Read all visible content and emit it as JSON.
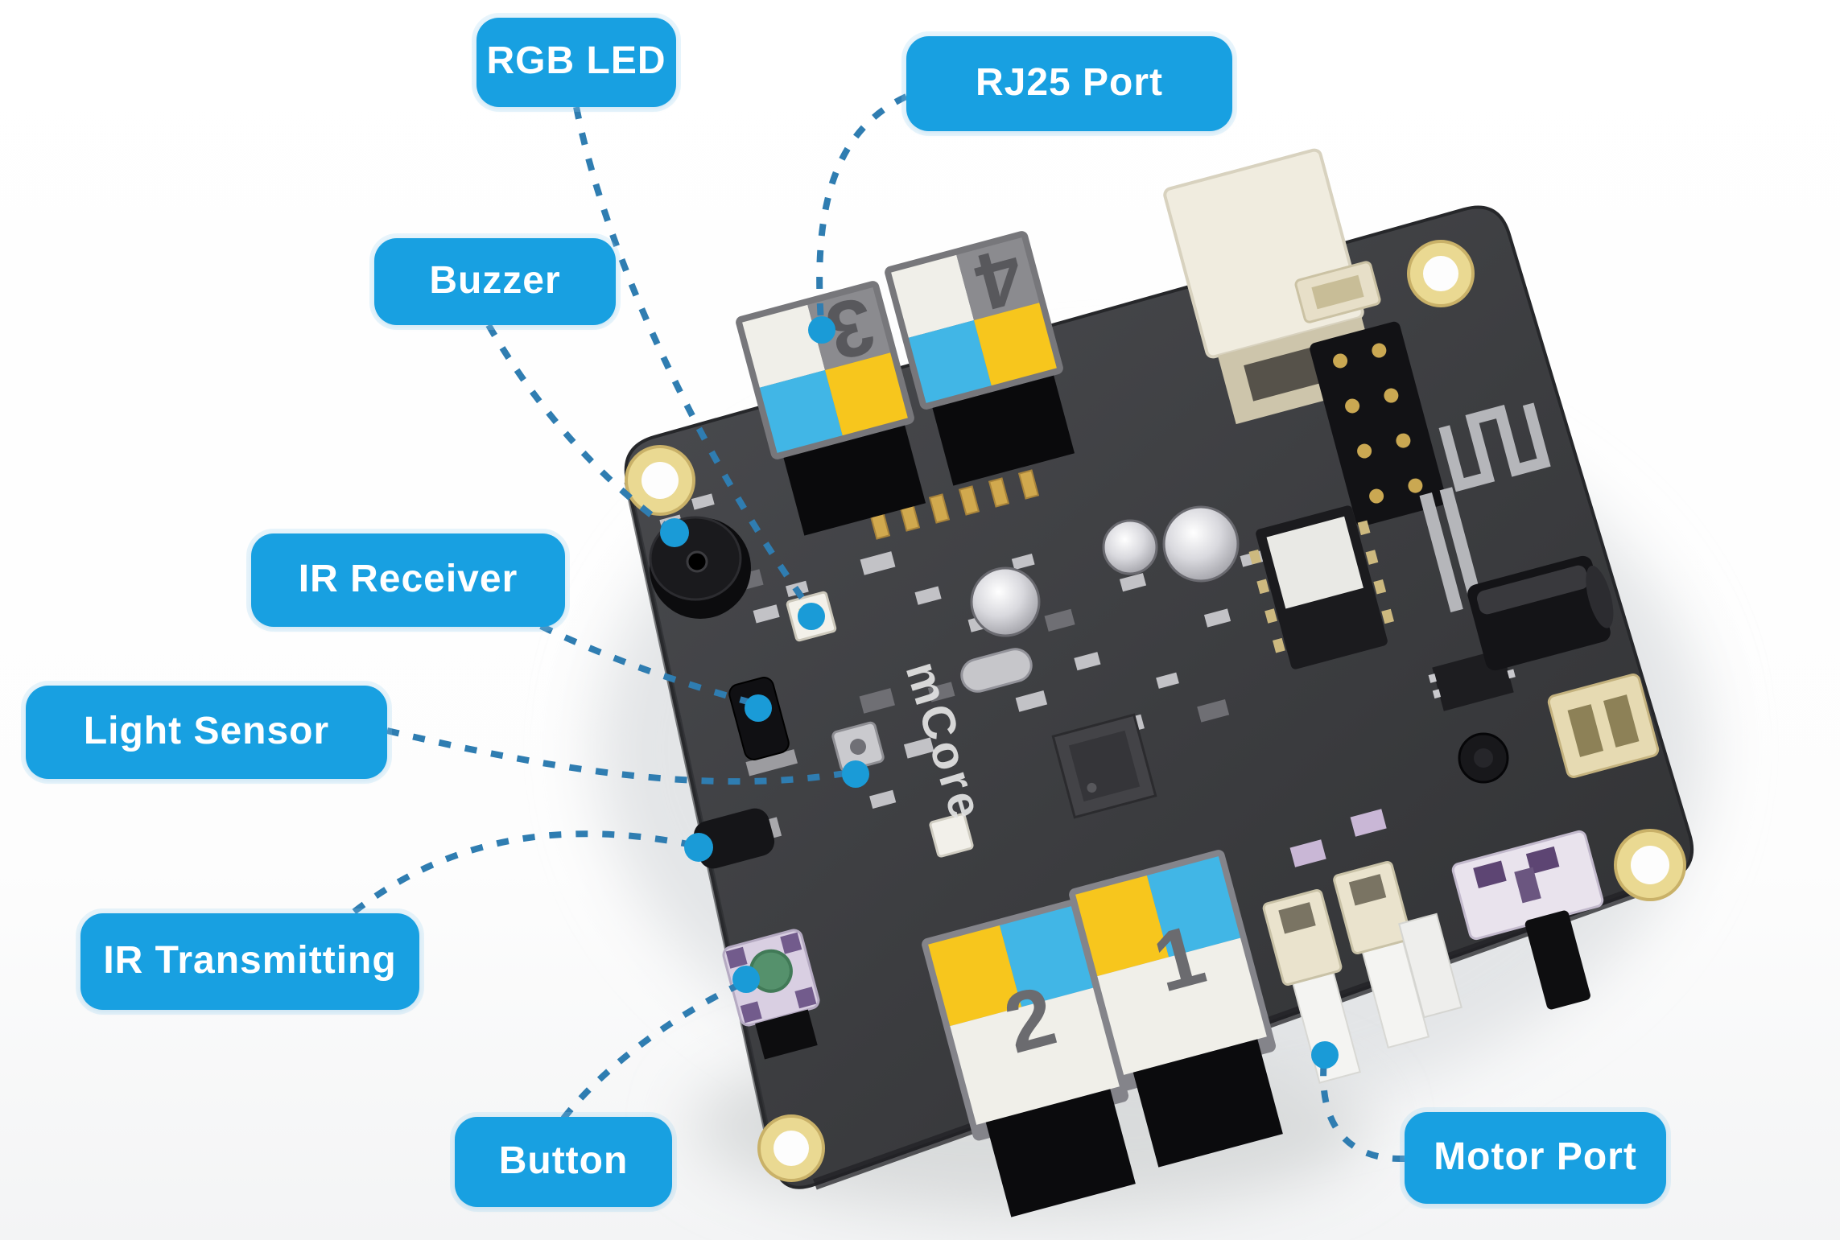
{
  "figure": {
    "type": "annotated-hardware-diagram",
    "subject": "mCore control board with labeled components",
    "background": "#ffffff"
  },
  "labels": [
    {
      "id": "rgb-led",
      "text": "RGB LED",
      "points_to": "rgb-led-component"
    },
    {
      "id": "rj25-port",
      "text": "RJ25 Port",
      "points_to": "rj25-port-3"
    },
    {
      "id": "buzzer",
      "text": "Buzzer",
      "points_to": "buzzer-component"
    },
    {
      "id": "ir-receiver",
      "text": "IR Receiver",
      "points_to": "ir-receiver-component"
    },
    {
      "id": "light-sensor",
      "text": "Light Sensor",
      "points_to": "light-sensor-component"
    },
    {
      "id": "ir-transmitting",
      "text": "IR Transmitting",
      "points_to": "ir-transmitter-component"
    },
    {
      "id": "button",
      "text": "Button",
      "points_to": "button-component"
    },
    {
      "id": "motor-port",
      "text": "Motor Port",
      "points_to": "motor-port-connectors"
    }
  ],
  "board": {
    "silkscreen": "mCore",
    "ports": {
      "top": [
        "3",
        "4"
      ],
      "bottom": [
        "2",
        "1"
      ]
    }
  },
  "colors": {
    "label_bg": "#18a0e1",
    "label_text": "#ffffff",
    "callout_line": "#2f7db1",
    "callout_dot": "#1a9bd7",
    "board_dark": "#3a3b3e",
    "hole_ring": "#ead992",
    "sticker_yellow": "#f7c61d",
    "sticker_blue": "#41b6e6",
    "sticker_white": "#f0efe9",
    "usb_cream": "#f0ecdf",
    "button_green": "#55916c",
    "button_lavender": "#d9cfe2"
  }
}
